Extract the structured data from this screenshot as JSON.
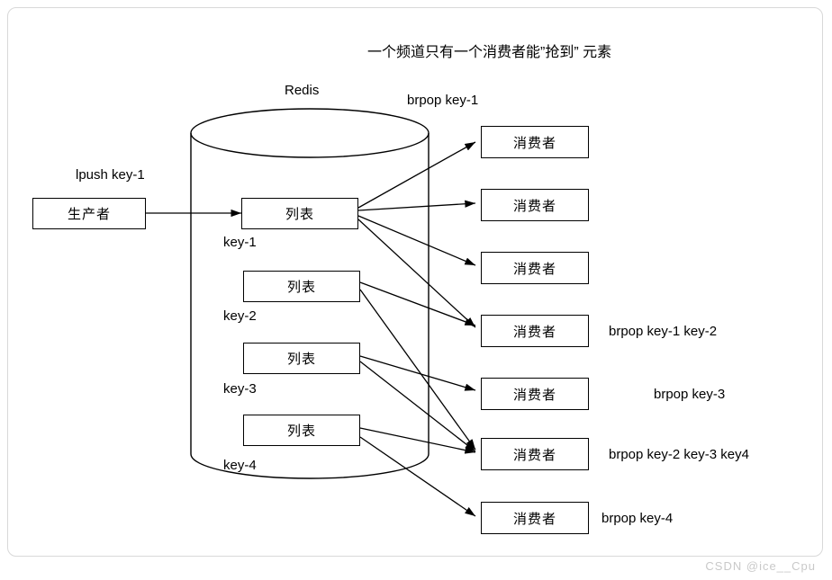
{
  "diagram": {
    "heading": "一个频道只有一个消费者能”抢到” 元素",
    "redis_label": "Redis",
    "producer_command": "lpush key-1",
    "consumer_command_top": "brpop key-1",
    "producer": {
      "label": "生产者"
    },
    "lists": [
      {
        "label": "列表",
        "key": "key-1"
      },
      {
        "label": "列表",
        "key": "key-2"
      },
      {
        "label": "列表",
        "key": "key-3"
      },
      {
        "label": "列表",
        "key": "key-4"
      }
    ],
    "consumers": [
      {
        "label": "消费者",
        "command": ""
      },
      {
        "label": "消费者",
        "command": ""
      },
      {
        "label": "消费者",
        "command": ""
      },
      {
        "label": "消费者",
        "command": "brpop key-1 key-2"
      },
      {
        "label": "消费者",
        "command": "brpop key-3"
      },
      {
        "label": "消费者",
        "command": "brpop key-2 key-3 key4"
      },
      {
        "label": "消费者",
        "command": "brpop key-4"
      }
    ],
    "watermark": "CSDN @ice__Cpu"
  }
}
